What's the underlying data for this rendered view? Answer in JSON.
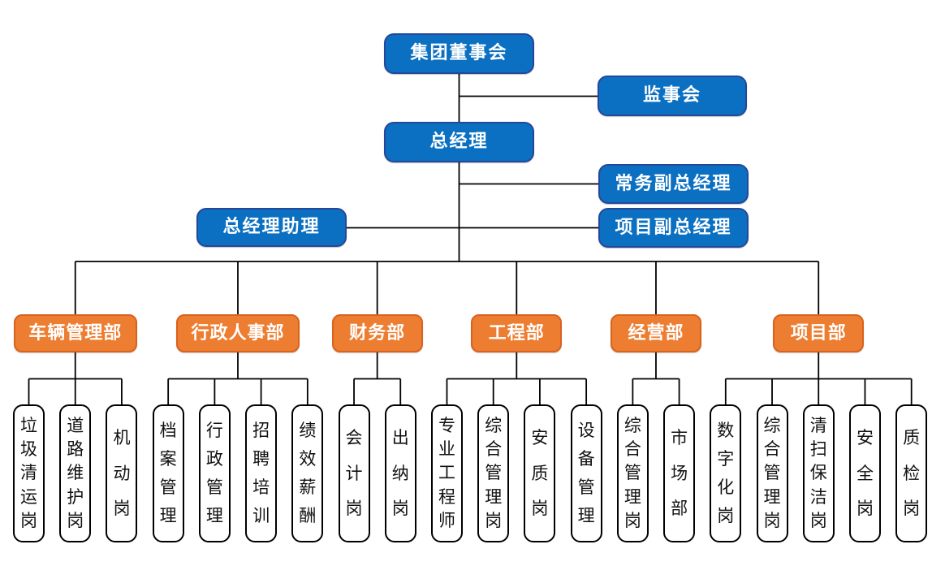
{
  "org": {
    "colors": {
      "blue_fill": "#0B70C1",
      "blue_border": "#24479B",
      "orange_fill": "#ED7D31",
      "orange_border": "#D9621E",
      "line": "#000000",
      "box_fill": "#FFFFFF",
      "box_border": "#000000",
      "text_light": "#FFFFFF",
      "text_dark": "#111111"
    },
    "executives": [
      {
        "id": "board",
        "label": "集团董事会"
      },
      {
        "id": "supervisory-board",
        "label": "监事会"
      },
      {
        "id": "general-manager",
        "label": "总经理"
      },
      {
        "id": "exec-deputy-gm",
        "label": "常务副总经理"
      },
      {
        "id": "gm-assistant",
        "label": "总经理助理"
      },
      {
        "id": "project-deputy-gm",
        "label": "项目副总经理"
      }
    ],
    "departments": [
      {
        "id": "vehicle-management",
        "label": "车辆管理部",
        "positions": [
          "垃圾清运岗",
          "道路维护岗",
          "机动岗"
        ]
      },
      {
        "id": "admin-hr",
        "label": "行政人事部",
        "positions": [
          "档案管理",
          "行政管理",
          "招聘培训",
          "绩效薪酬"
        ]
      },
      {
        "id": "finance",
        "label": "财务部",
        "positions": [
          "会计岗",
          "出纳岗"
        ]
      },
      {
        "id": "engineering",
        "label": "工程部",
        "positions": [
          "专业工程师",
          "综合管理岗",
          "安质岗",
          "设备管理"
        ]
      },
      {
        "id": "operations",
        "label": "经营部",
        "positions": [
          "综合管理岗",
          "市场部"
        ]
      },
      {
        "id": "project",
        "label": "项目部",
        "positions": [
          "数字化岗",
          "综合管理岗",
          "清扫保洁岗",
          "安全岗",
          "质检岗"
        ]
      }
    ]
  }
}
